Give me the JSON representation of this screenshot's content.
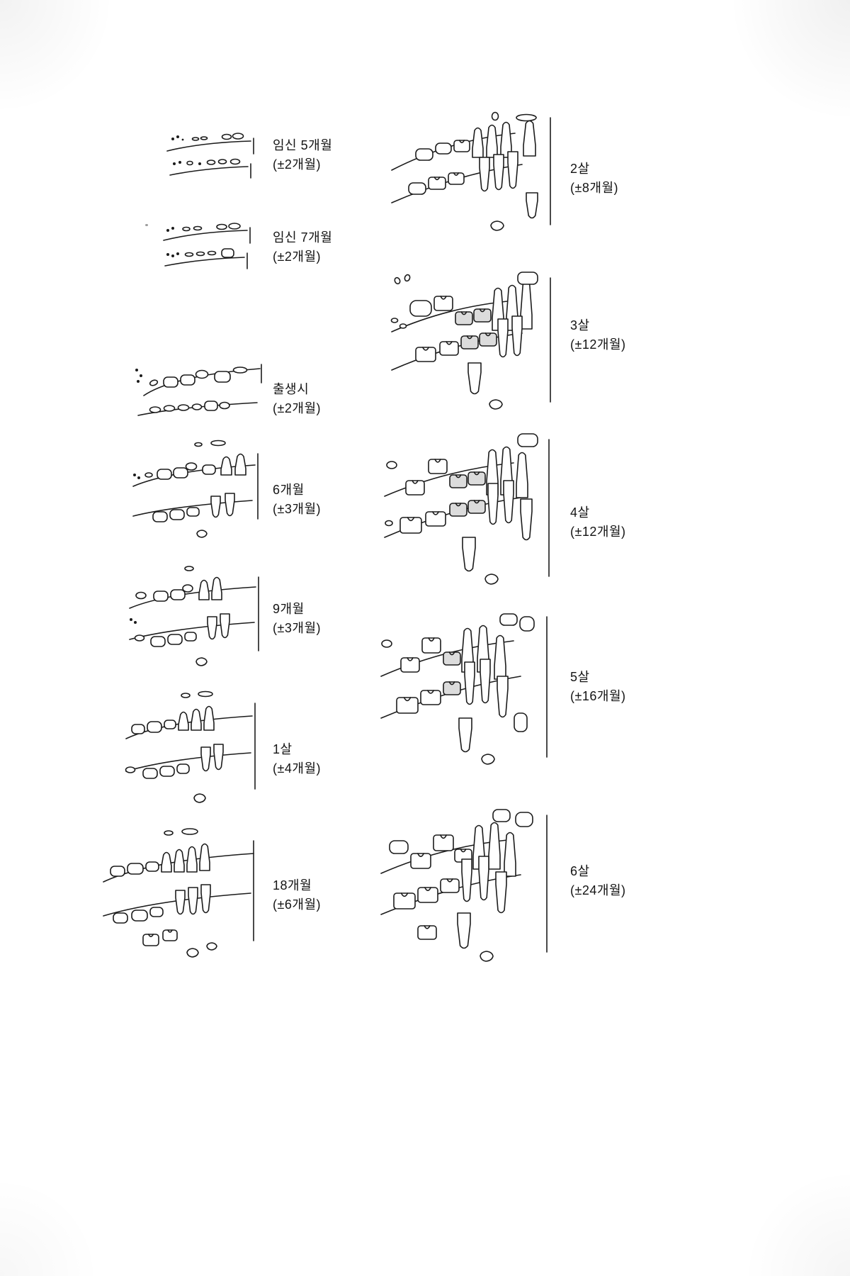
{
  "figure": {
    "left_column": [
      {
        "age": "임신 5개월",
        "tolerance": "(±2개월)"
      },
      {
        "age": "임신 7개월",
        "tolerance": "(±2개월)"
      },
      {
        "age": "출생시",
        "tolerance": "(±2개월)"
      },
      {
        "age": "6개월",
        "tolerance": "(±3개월)"
      },
      {
        "age": "9개월",
        "tolerance": "(±3개월)"
      },
      {
        "age": "1살",
        "tolerance": "(±4개월)"
      },
      {
        "age": "18개월",
        "tolerance": "(±6개월)"
      }
    ],
    "right_column": [
      {
        "age": "2살",
        "tolerance": "(±8개월)"
      },
      {
        "age": "3살",
        "tolerance": "(±12개월)"
      },
      {
        "age": "4살",
        "tolerance": "(±12개월)"
      },
      {
        "age": "5살",
        "tolerance": "(±16개월)"
      },
      {
        "age": "6살",
        "tolerance": "(±24개월)"
      }
    ]
  },
  "colors": {
    "ink": "#1c1c1c",
    "paper": "#ffffff",
    "stipple": "#dcdcdc"
  }
}
